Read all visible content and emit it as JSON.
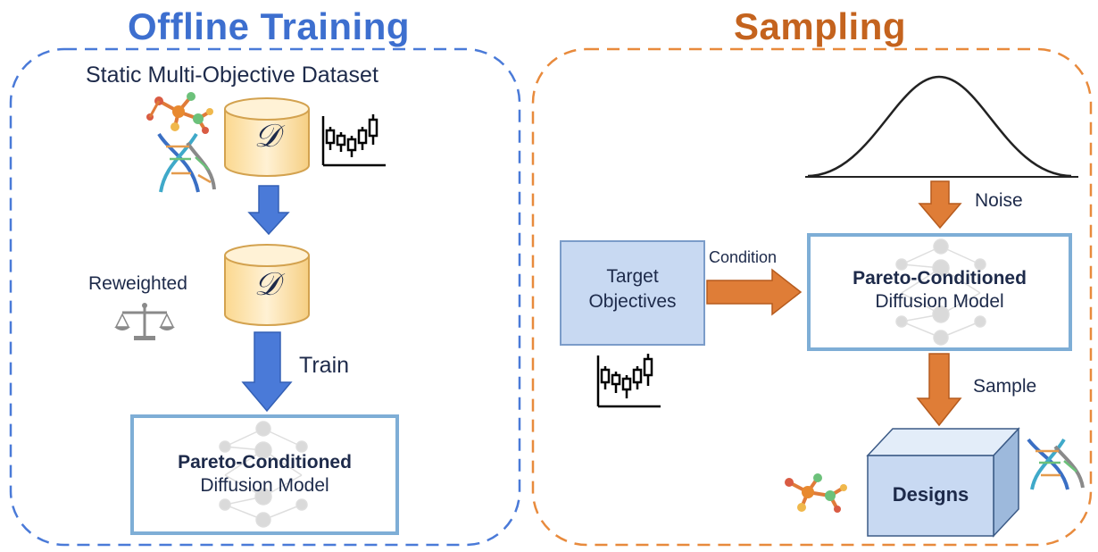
{
  "left_panel": {
    "title": "Offline Training",
    "dataset_label": "Static Multi-Objective Dataset",
    "db_symbol": "𝒟",
    "reweighted_label": "Reweighted",
    "train_label": "Train",
    "model_title": "Pareto-Conditioned",
    "model_subtitle": "Diffusion Model"
  },
  "right_panel": {
    "title": "Sampling",
    "noise_label": "Noise",
    "condition_label": "Condition",
    "target_line1": "Target",
    "target_line2": "Objectives",
    "model_title": "Pareto-Conditioned",
    "model_subtitle": "Diffusion Model",
    "sample_label": "Sample",
    "designs_label": "Designs"
  },
  "colors": {
    "blue_accent": "#3d6fcf",
    "orange_accent": "#c4631e",
    "arrow_blue": "#4a7ad8",
    "arrow_orange": "#df7d37",
    "db_fill": "#fde5b5",
    "box_border": "#7eaed6",
    "target_fill": "#c8d9f2"
  },
  "icons": [
    "molecule-icon",
    "dna-icon",
    "candlestick-chart-icon",
    "balance-scale-icon",
    "neural-network-icon",
    "gaussian-curve-icon",
    "cube-icon"
  ]
}
